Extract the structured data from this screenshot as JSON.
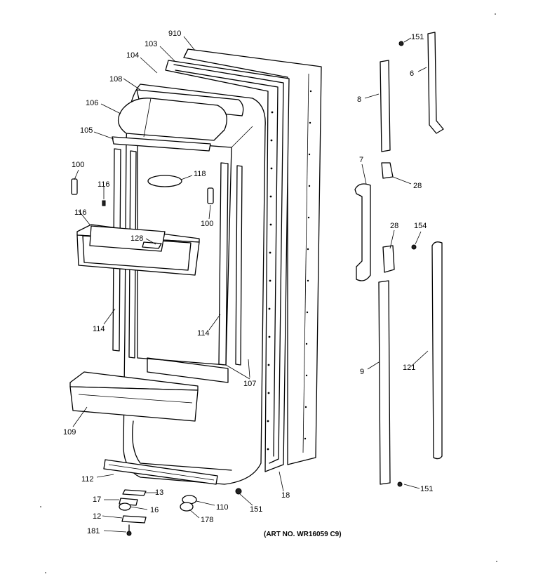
{
  "diagram": {
    "labels": {
      "p910": "910",
      "p103": "103",
      "p104": "104",
      "p108": "108",
      "p106": "106",
      "p105": "105",
      "p100a": "100",
      "p116a": "116",
      "p116b": "116",
      "p118": "118",
      "p100b": "100",
      "p128": "128",
      "p114a": "114",
      "p114b": "114",
      "p107": "107",
      "p109": "109",
      "p112": "112",
      "p13": "13",
      "p17": "17",
      "p16": "16",
      "p12": "12",
      "p181": "181",
      "p110": "110",
      "p178": "178",
      "p151a": "151",
      "p18": "18",
      "p151b": "151",
      "p6": "6",
      "p8": "8",
      "p7": "7",
      "p28a": "28",
      "p28b": "28",
      "p154": "154",
      "p9": "9",
      "p121": "121",
      "p151c": "151"
    },
    "art_number": "(ART NO. WR16059 C9)"
  }
}
